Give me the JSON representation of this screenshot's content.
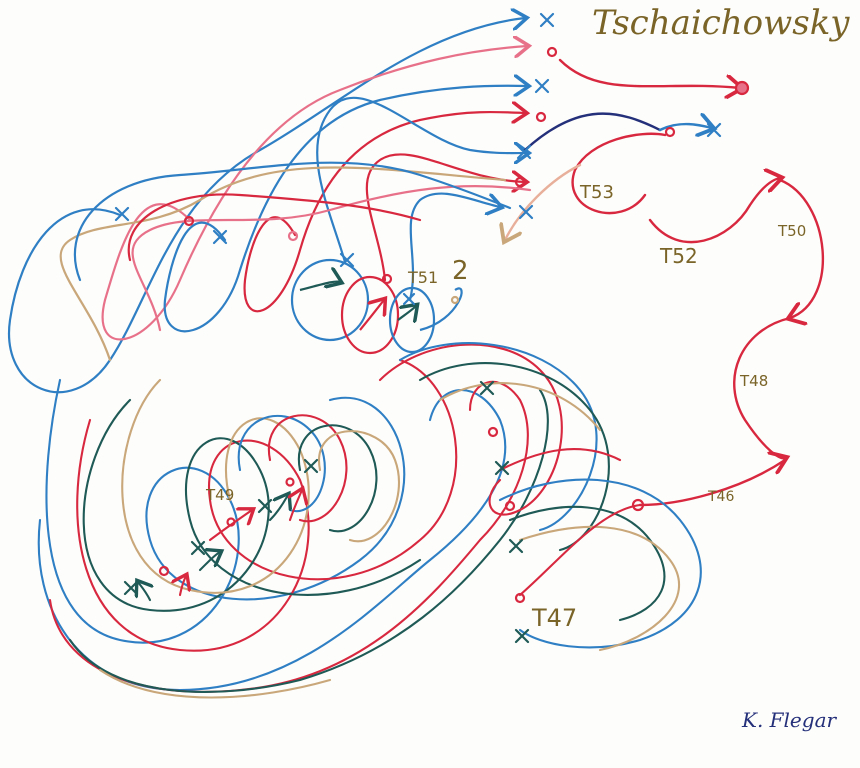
{
  "drawing": {
    "title": "Tschaichowsky",
    "signature": "K. Flegar",
    "labels": {
      "t53": "T53",
      "t52": "T52",
      "t50": "T50",
      "t51": "T51",
      "t48": "T48",
      "t46": "T46",
      "t49": "T49",
      "t47": "T47",
      "two": "2"
    },
    "colors": {
      "red": "#d8283f",
      "blue": "#2f7fc4",
      "dark_teal": "#1f5a56",
      "tan": "#c9a77a",
      "pink": "#e8718a",
      "ink_brown": "#7a6428",
      "ink_navy": "#25307a"
    }
  }
}
